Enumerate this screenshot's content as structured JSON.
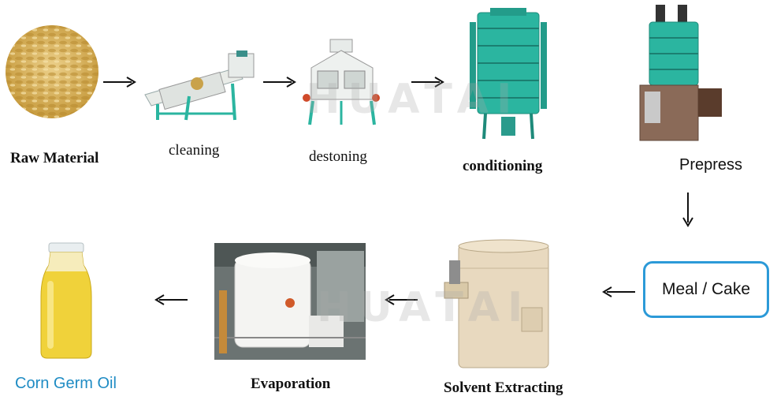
{
  "steps": {
    "raw_material": "Raw Material",
    "cleaning": "cleaning",
    "destoning": "destoning",
    "conditioning": "conditioning",
    "prepress": "Prepress",
    "meal_cake": "Meal / Cake",
    "solvent_extracting": "Solvent Extracting",
    "evaporation": "Evaporation",
    "corn_germ_oil": "Corn Germ Oil"
  },
  "watermark": "HUATAI",
  "colors": {
    "accent_blue": "#2c9ad8",
    "oil_label": "#1f8cc4",
    "machine_teal": "#2bb5a0",
    "tank_beige": "#e8d9bf",
    "oil_yellow": "#f0d23a",
    "raw_gold": "#d9b45a"
  }
}
